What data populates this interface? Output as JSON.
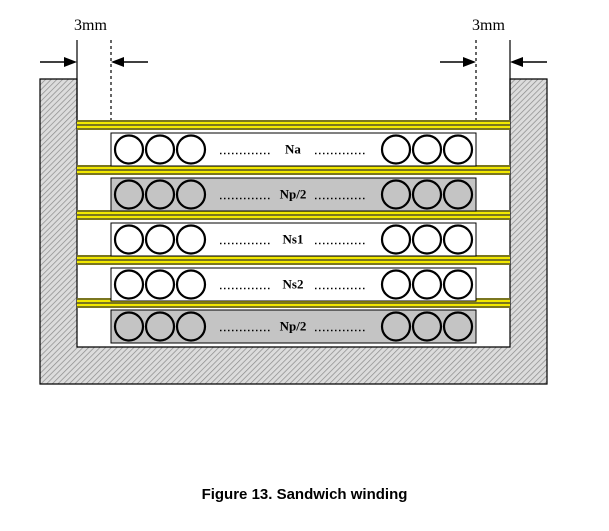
{
  "dimension_labels": {
    "left": "3mm",
    "right": "3mm"
  },
  "layers": [
    {
      "label": "Na",
      "shaded": false
    },
    {
      "label": "Np/2",
      "shaded": true
    },
    {
      "label": "Ns1",
      "shaded": false
    },
    {
      "label": "Ns2",
      "shaded": false
    },
    {
      "label": "Np/2",
      "shaded": true
    }
  ],
  "caption": "Figure 13. Sandwich winding",
  "colors": {
    "core_fill": "#dcdcdc",
    "core_hatch": "#8a8a8a",
    "tape_yellow": "#f2e800",
    "tape_dark": "#333333",
    "winding_shaded": "#c4c4c4",
    "outline": "#000000"
  }
}
